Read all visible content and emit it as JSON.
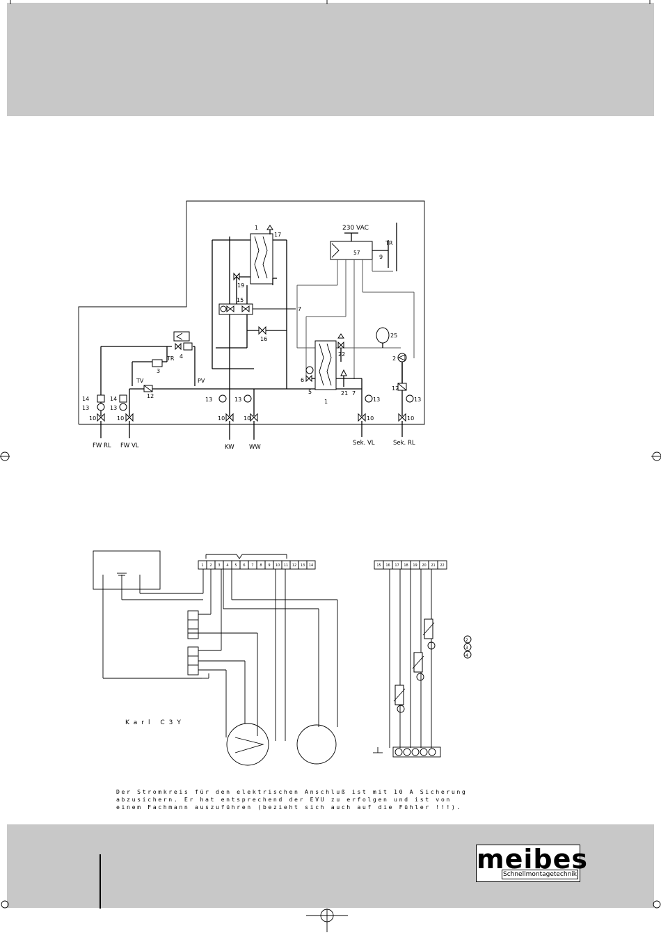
{
  "hydraulic": {
    "voltage": "230 VAC",
    "components": {
      "hx_top": "1",
      "c17": "17",
      "c57": "57",
      "tr": "TR",
      "c9": "9",
      "c19": "19",
      "c15": "15",
      "c7a": "7",
      "c16": "16",
      "c25": "25",
      "c4": "4",
      "c3": "3",
      "tr2": "TR",
      "c22": "22",
      "c2": "2",
      "c6": "6",
      "c5": "5",
      "hx_bottom": "1",
      "c21": "21",
      "c7b": "7",
      "c12a": "12",
      "c12b": "12",
      "tv": "TV",
      "pv": "PV",
      "c13a": "13",
      "c13b": "13",
      "c13c": "13",
      "c13d": "13",
      "c14a": "14",
      "c14b": "14",
      "c13l1": "13",
      "c13l2": "13",
      "c10a": "10",
      "c10b": "10",
      "c10c": "10",
      "c10d": "10",
      "c10e": "10",
      "c10f": "10"
    },
    "connections": [
      "FW RL",
      "FW VL",
      "KW",
      "WW",
      "Sek. VL",
      "Sek. RL"
    ]
  },
  "wiring": {
    "left_terminals": [
      "1",
      "2",
      "3",
      "4",
      "5",
      "6",
      "7",
      "8",
      "9",
      "10",
      "11",
      "12",
      "13",
      "14"
    ],
    "right_terminals": [
      "15",
      "16",
      "17",
      "18",
      "19",
      "20",
      "21",
      "22"
    ],
    "model_label": "Karl C3Y",
    "legend": [
      "2",
      "3",
      "4"
    ]
  },
  "note": {
    "line1": "Der Stromkreis für den elektrischen Anschluß ist mit 10 A Sicherung",
    "line2": "abzusichern. Er hat entsprechend der EVU zu erfolgen und ist von",
    "line3": "einem Fachmann auszuführen (bezieht sich auch auf die Fühler !!!)."
  },
  "logo": {
    "word": "meibes",
    "tagline": "Schnellmontagetechnik"
  }
}
